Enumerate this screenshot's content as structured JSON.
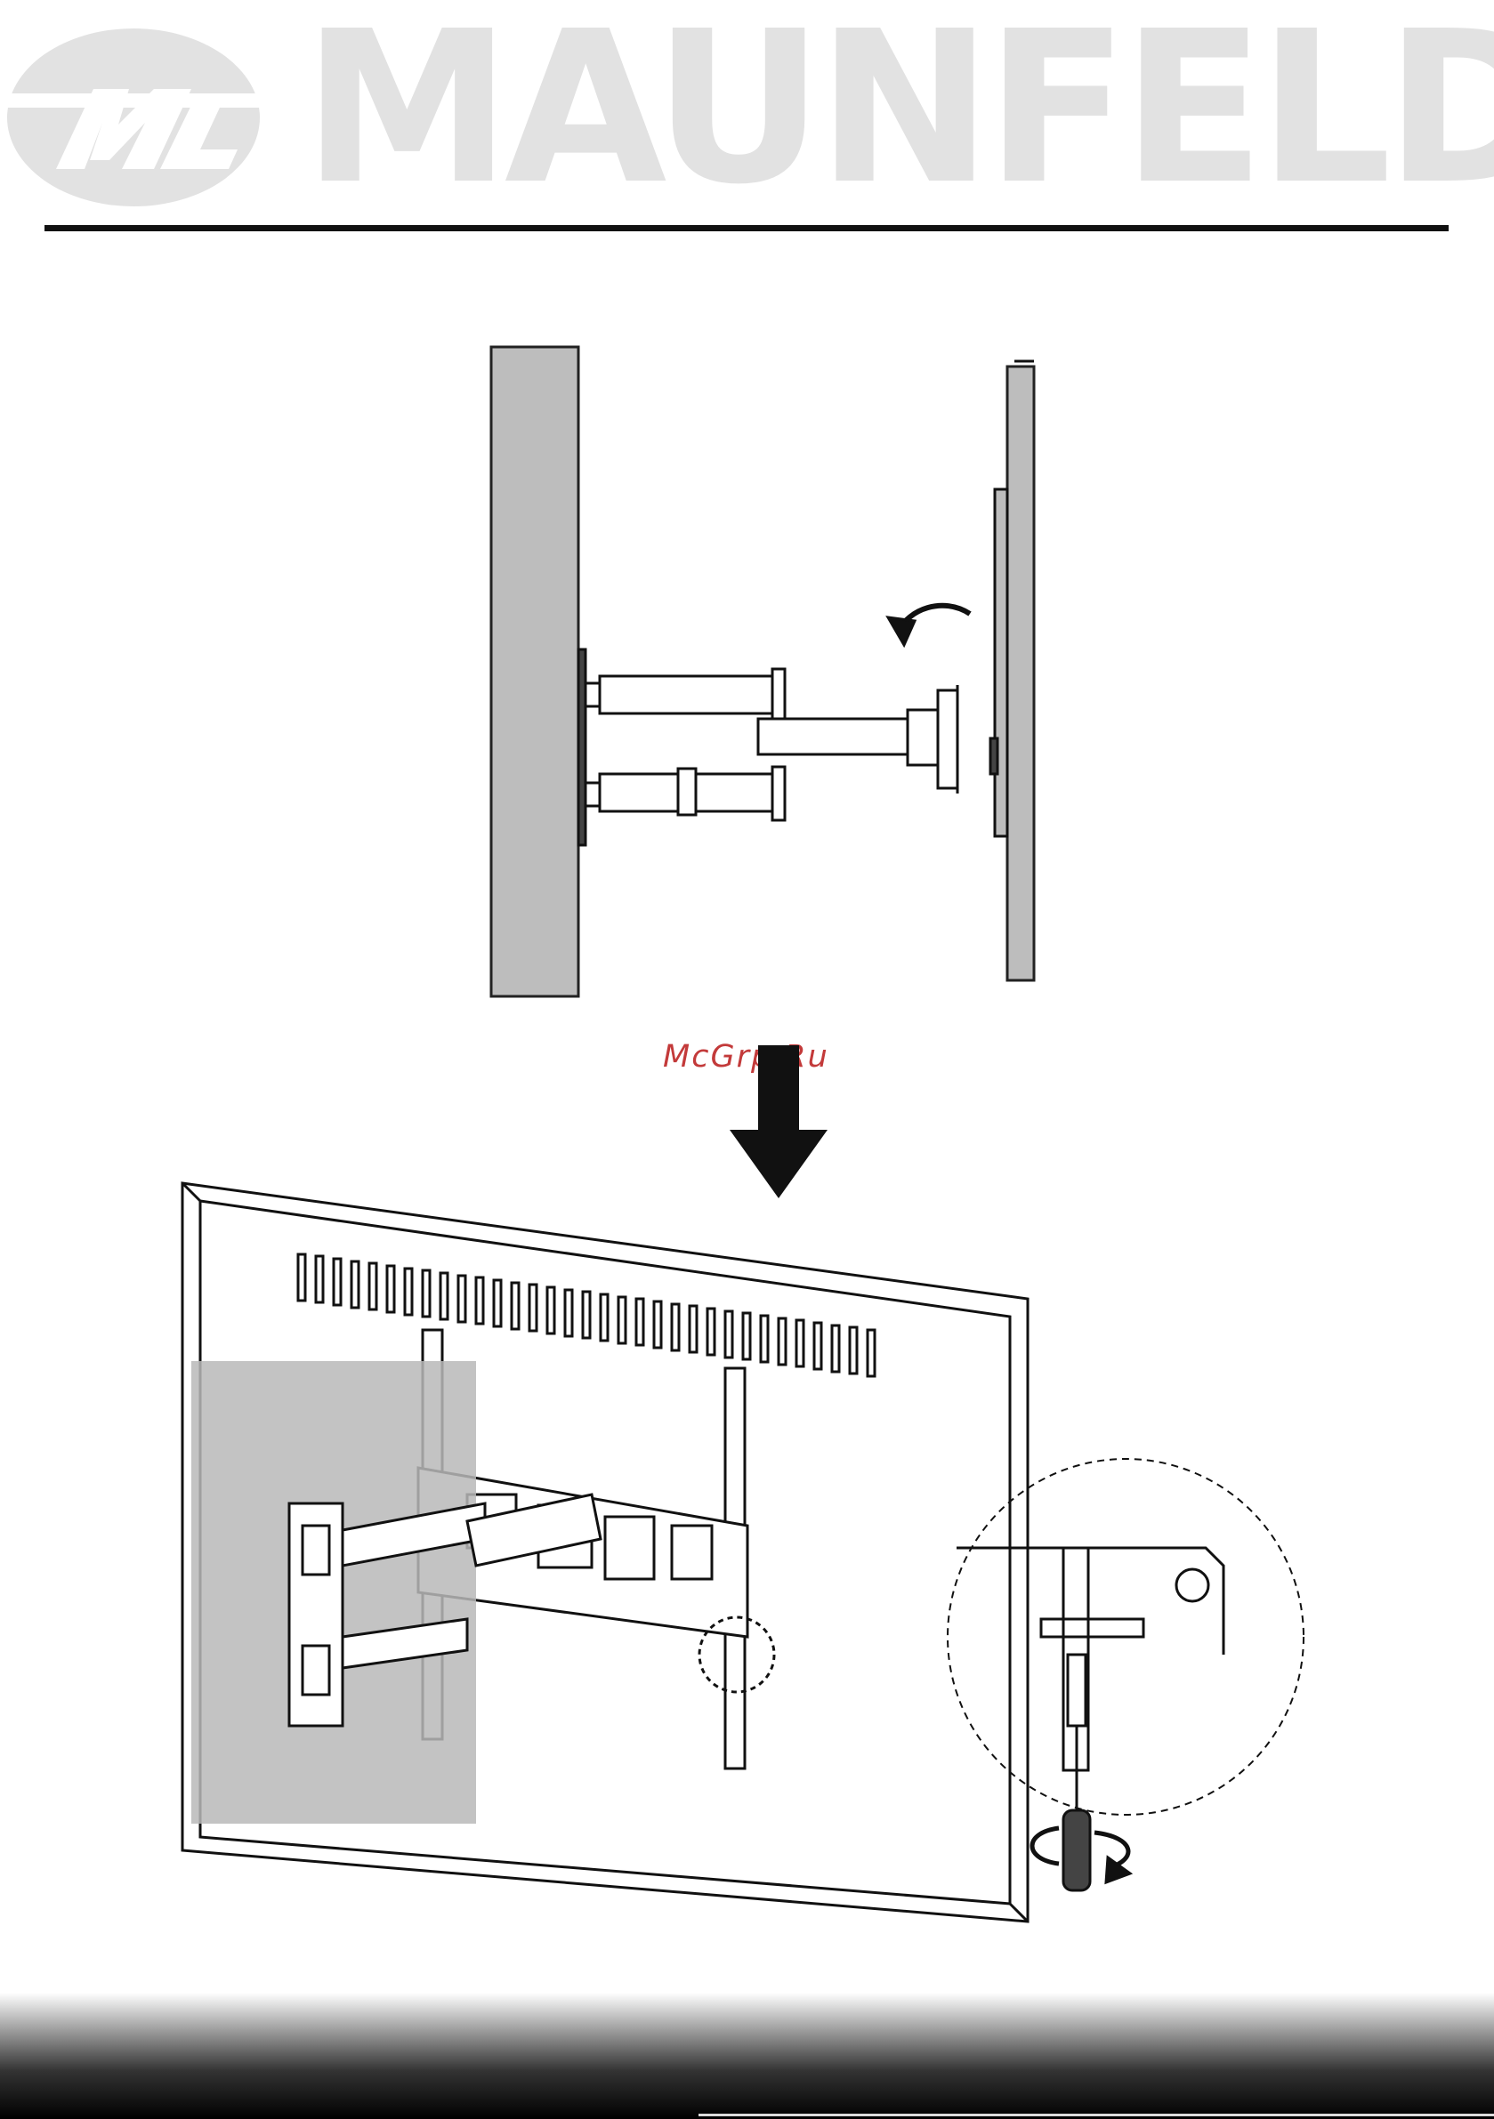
{
  "header": {
    "brand_name": "MAUNFELD",
    "emblem_letters": "M",
    "brand_color": "#e2e2e2"
  },
  "figures": {
    "side_view": {
      "icon": "tv-wall-mount-side-view"
    },
    "step_arrow": {
      "icon": "arrow-down-icon"
    },
    "back_view": {
      "icon": "tv-back-mount-detail"
    }
  },
  "watermark": {
    "text": "McGrp.Ru",
    "color": "#c33a3a"
  }
}
